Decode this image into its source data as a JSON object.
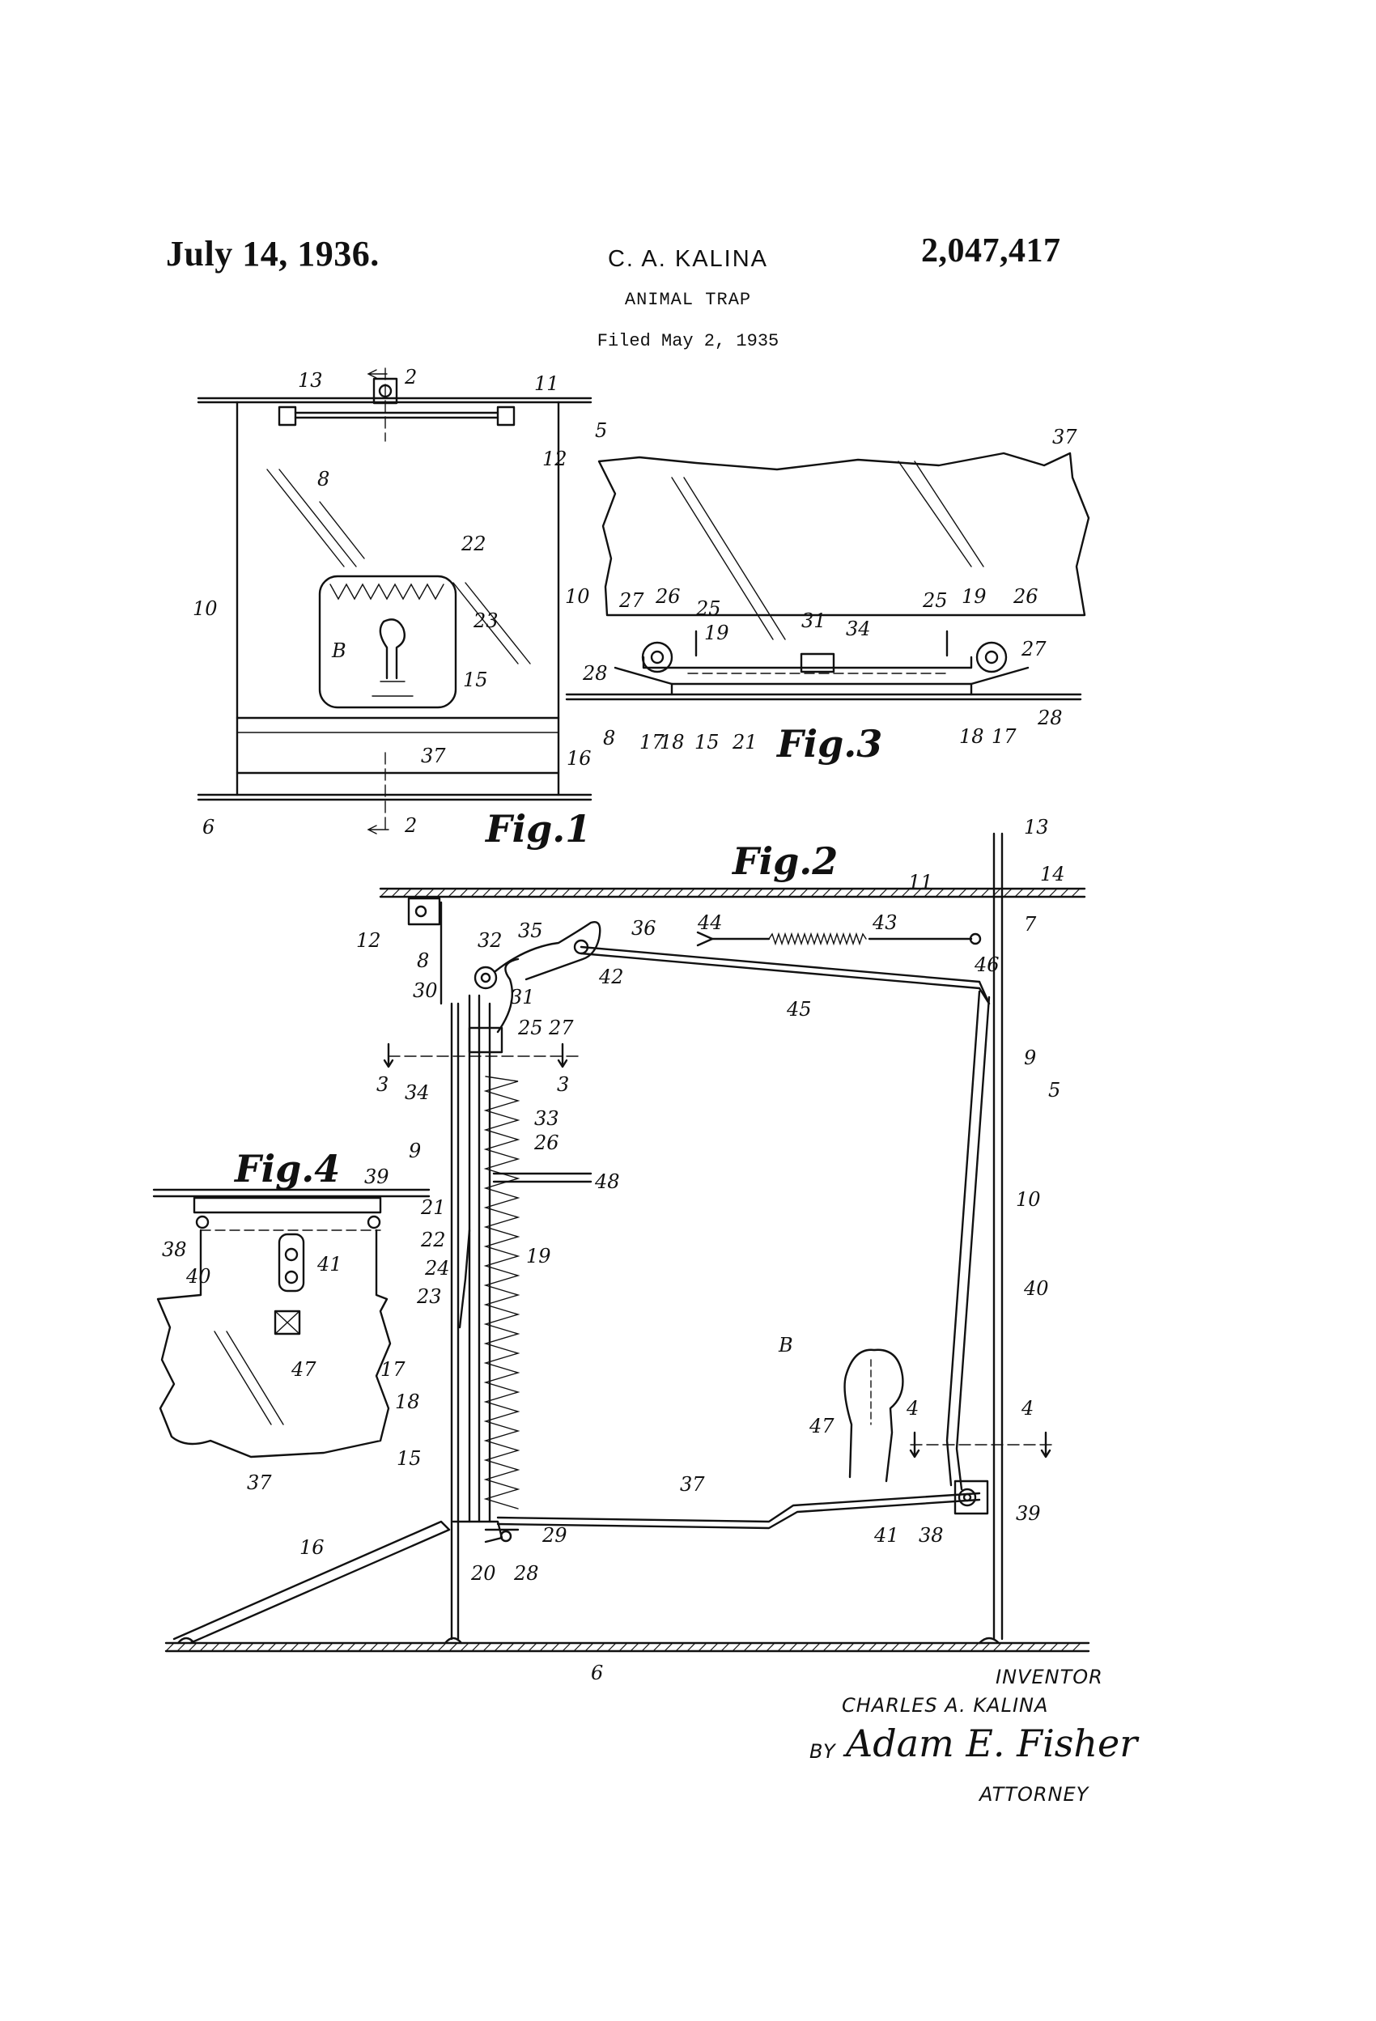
{
  "header": {
    "date": "July 14, 1936.",
    "inventor": "C. A. KALINA",
    "patent_number": "2,047,417",
    "title": "ANIMAL TRAP",
    "filed": "Filed May 2, 1935"
  },
  "figures": [
    {
      "label": "Fig.1"
    },
    {
      "label": "Fig.2"
    },
    {
      "label": "Fig.3"
    },
    {
      "label": "Fig.4"
    }
  ],
  "signature": {
    "role": "INVENTOR",
    "name": "CHARLES A. KALINA",
    "by": "BY",
    "attorney_signature": "Adam E. Fisher",
    "attorney_role": "ATTORNEY"
  },
  "refs": {
    "r2": "2",
    "r4": "4",
    "r3": "3",
    "r5": "5",
    "r6": "6",
    "r7": "7",
    "r8": "8",
    "r9": "9",
    "r10": "10",
    "r11": "11",
    "r12": "12",
    "r13": "13",
    "r14": "14",
    "r15": "15",
    "r16": "16",
    "r17": "17",
    "r18": "18",
    "r19": "19",
    "r20": "20",
    "r21": "21",
    "r22": "22",
    "r23": "23",
    "r24": "24",
    "r25": "25",
    "r26": "26",
    "r27": "27",
    "r28": "28",
    "r29": "29",
    "r30": "30",
    "r31": "31",
    "r32": "32",
    "r33": "33",
    "r34": "34",
    "r35": "35",
    "r36": "36",
    "r37": "37",
    "r38": "38",
    "r39": "39",
    "r40": "40",
    "r41": "41",
    "r42": "42",
    "r43": "43",
    "r44": "44",
    "r45": "45",
    "r46": "46",
    "r47": "47",
    "r48": "48",
    "rB": "B"
  }
}
